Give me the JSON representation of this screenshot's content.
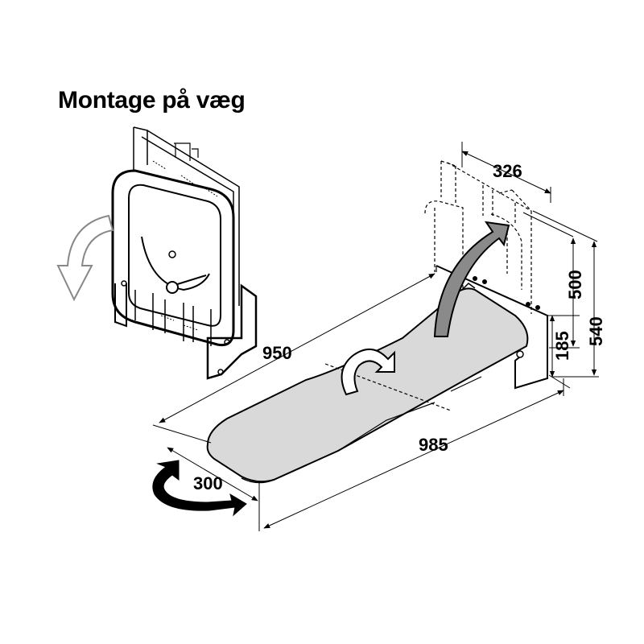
{
  "title": "Montage på væg",
  "dimensions": {
    "board_length": "950",
    "total_length": "985",
    "board_width": "300",
    "depth": "326",
    "height_500": "500",
    "height_540": "540",
    "height_185": "185"
  },
  "icons": {
    "fold_left": "curved-arrow-down-icon",
    "fold_up": "curved-arrow-up-icon",
    "rotate_board": "rotate-arrow-icon",
    "swivel": "swivel-arrow-icon"
  }
}
